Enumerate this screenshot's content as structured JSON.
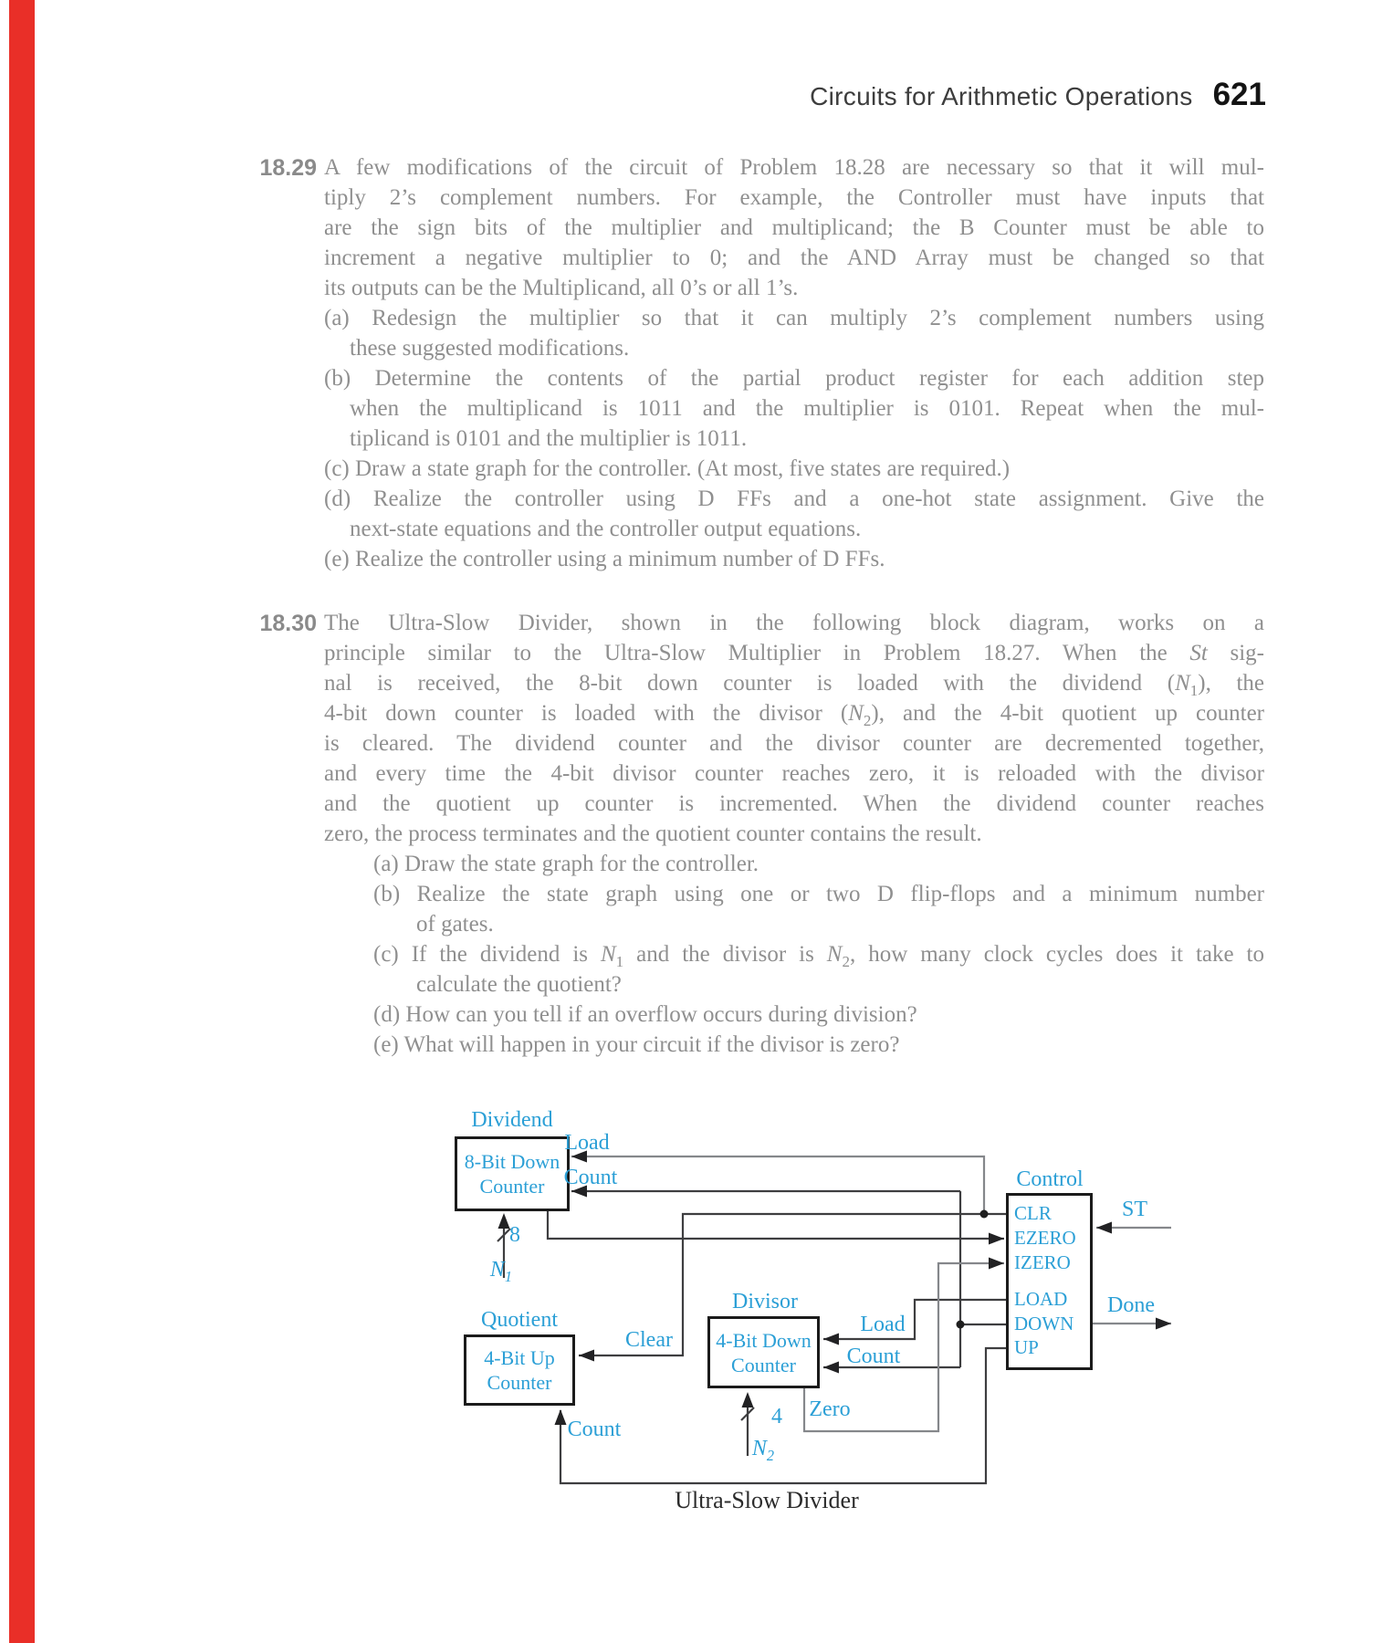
{
  "colors": {
    "accent": "#2b9fd6",
    "edge_bar": "#e92f28",
    "wire_dark": "#3e3e40",
    "wire_gray": "#85878b",
    "body_text": "#8f8f8f"
  },
  "page": {
    "header": {
      "title": "Circuits for Arithmetic Operations",
      "page_number": "621"
    },
    "problems": [
      {
        "number": "18.29",
        "lines": [
          {
            "ind": "p",
            "t": "A few modifications of the circuit of Problem 18.28 are necessary so that it will mul-"
          },
          {
            "ind": "p",
            "t": "tiply 2’s complement numbers. For example, the Controller must have inputs that"
          },
          {
            "ind": "p",
            "t": "are the sign bits of the multiplier and multiplicand; the B Counter must be able to"
          },
          {
            "ind": "p",
            "t": "increment a negative multiplier to 0; and the AND Array must be changed so that"
          },
          {
            "ind": "p",
            "t": "its outputs can be the Multiplicand, all 0’s or all 1’s.",
            "end": true
          },
          {
            "ind": "i1",
            "t": "(a) Redesign the multiplier so that it can multiply 2’s complement numbers using"
          },
          {
            "ind": "i2",
            "t": "these suggested modifications.",
            "end": true
          },
          {
            "ind": "i1",
            "t": "(b) Determine the contents of the partial product register for each addition step"
          },
          {
            "ind": "i2",
            "t": "when the multiplicand is 1011 and the multiplier is 0101. Repeat when the mul-"
          },
          {
            "ind": "i2",
            "t": "tiplicand is 0101 and the multiplier is 1011.",
            "end": true
          },
          {
            "ind": "i1",
            "t": "(c) Draw a state graph for the controller. (At most, five states are required.)",
            "end": true
          },
          {
            "ind": "i1",
            "t": "(d) Realize the controller using D FFs and a one-hot state assignment. Give the"
          },
          {
            "ind": "i2",
            "t": "next-state equations and the controller output equations.",
            "end": true
          },
          {
            "ind": "i1",
            "t": "(e) Realize the controller using a minimum number of D FFs.",
            "end": true
          }
        ]
      },
      {
        "number": "18.30",
        "lines": [
          {
            "ind": "p",
            "t": "The Ultra-Slow Divider, shown in the following block diagram, works on a"
          },
          {
            "ind": "p",
            "t": "principle similar to the Ultra-Slow Multiplier in Problem 18.27. When the *St* sig-"
          },
          {
            "ind": "p",
            "t": "nal is received, the 8-bit down counter is loaded with the dividend (*N*~1~), the"
          },
          {
            "ind": "p",
            "t": "4-bit down counter is loaded with the divisor (*N*~2~), and the 4-bit quotient up counter"
          },
          {
            "ind": "p",
            "t": "is cleared. The dividend counter and the divisor counter are decremented together,"
          },
          {
            "ind": "p",
            "t": "and every time the 4-bit divisor counter reaches zero, it is reloaded with the divisor"
          },
          {
            "ind": "p",
            "t": "and the quotient up counter is incremented. When the dividend counter reaches"
          },
          {
            "ind": "p",
            "t": "zero, the process terminates and the quotient counter contains the result.",
            "end": true
          },
          {
            "ind": "i1",
            "t": "(a) Draw the state graph for the controller.",
            "end": true
          },
          {
            "ind": "i1",
            "t": "(b) Realize the state graph using one or two D flip-flops and a minimum number"
          },
          {
            "ind": "i2",
            "t": "of gates.",
            "end": true
          },
          {
            "ind": "i1",
            "t": "(c) If the dividend is *N*~1~ and the divisor is *N*~2~, how many clock cycles does it take to"
          },
          {
            "ind": "i2",
            "t": "calculate the quotient?",
            "end": true
          },
          {
            "ind": "i1",
            "t": "(d) How can you tell if an overflow occurs during division?",
            "end": true
          },
          {
            "ind": "i1",
            "t": "(e) What will happen in your circuit if the divisor is zero?",
            "end": true
          }
        ]
      }
    ]
  },
  "diagram": {
    "caption": "Ultra-Slow Divider",
    "blocks": {
      "dividend": {
        "title": "Dividend",
        "line1": "8-Bit Down",
        "line2": "Counter",
        "bus_width": "8",
        "bus_name": "N",
        "bus_sub": "1"
      },
      "quotient": {
        "title": "Quotient",
        "line1": "4-Bit Up",
        "line2": "Counter"
      },
      "divisor": {
        "title": "Divisor",
        "line1": "4-Bit Down",
        "line2": "Counter",
        "bus_width": "4",
        "bus_name": "N",
        "bus_sub": "2"
      },
      "control": {
        "title": "Control",
        "inputs": [
          "CLR",
          "EZERO",
          "IZERO"
        ],
        "outputs": [
          "LOAD",
          "DOWN",
          "UP"
        ]
      }
    },
    "wire_labels": {
      "dividend_load": "Load",
      "dividend_count": "Count",
      "quotient_clear": "Clear",
      "quotient_count": "Count",
      "divisor_load": "Load",
      "divisor_count": "Count",
      "divisor_zero": "Zero",
      "start": "ST",
      "done": "Done"
    }
  }
}
